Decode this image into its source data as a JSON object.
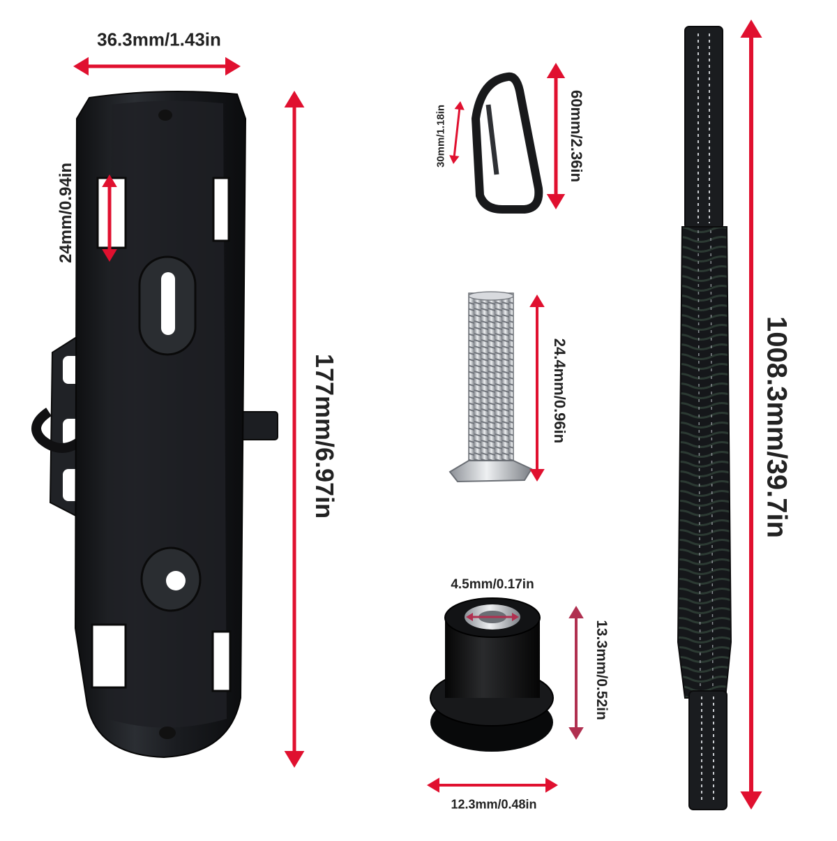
{
  "colors": {
    "arrow": "#e0102f",
    "arrow_dark": "#b03050",
    "part": "#16181b",
    "steel": "#c9ccd0"
  },
  "labels": {
    "holder_width": "36.3mm/1.43in",
    "holder_height": "177mm/6.97in",
    "slot_height": "24mm/0.94in",
    "carabiner_height": "60mm/2.36in",
    "carabiner_gate": "30mm/1.18in",
    "screw_length": "24.4mm/0.96in",
    "nut_inner": "4.5mm/0.17in",
    "nut_height": "13.3mm/0.52in",
    "nut_flange": "12.3mm/0.48in",
    "strap_length": "1008.3mm/39.7in"
  }
}
